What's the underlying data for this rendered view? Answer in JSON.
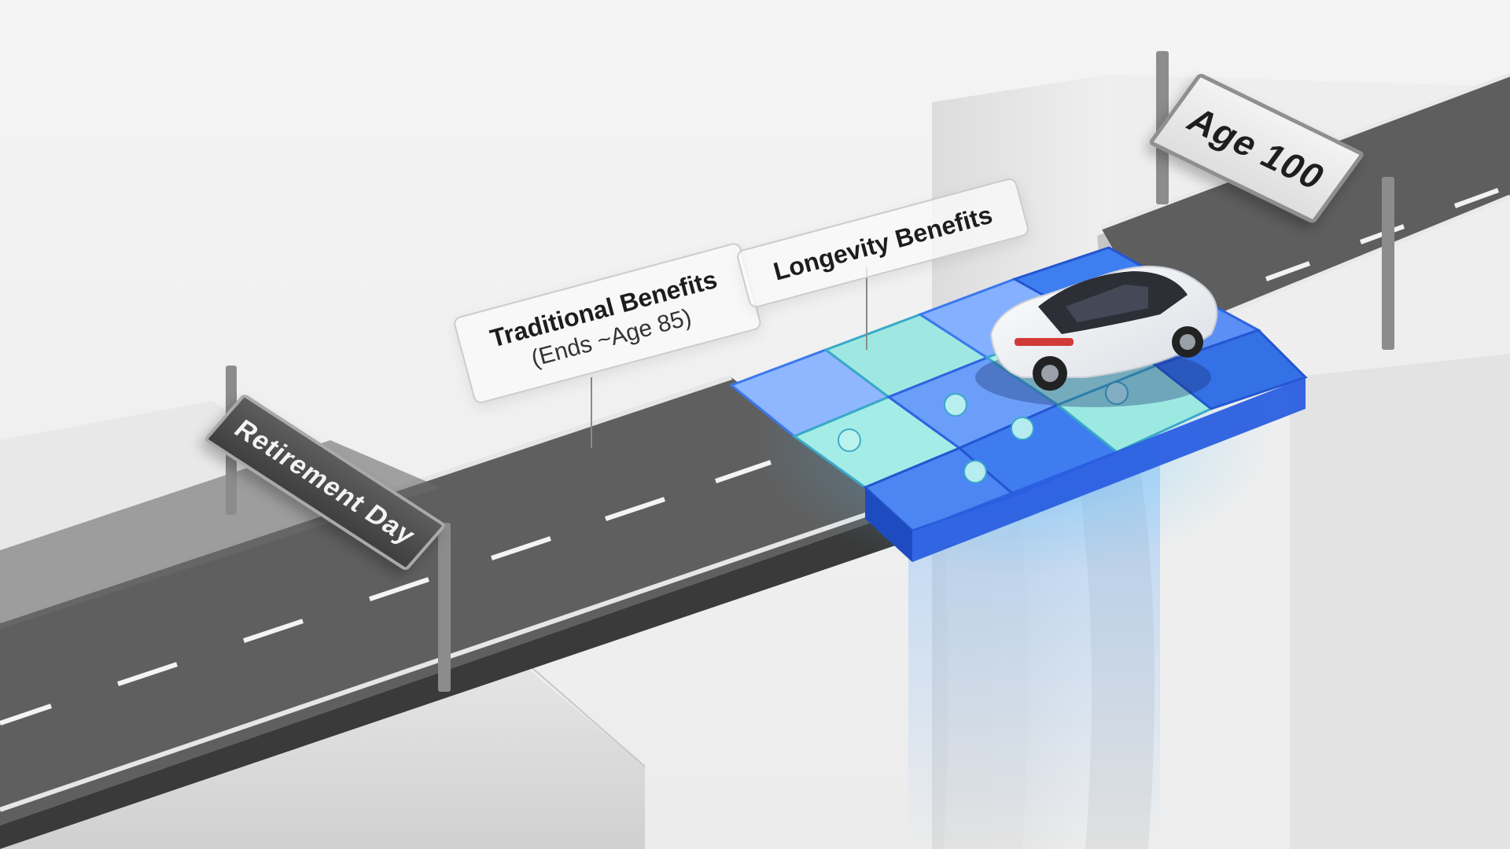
{
  "scene": {
    "signs": {
      "retirement": "Retirement Day",
      "age": "Age 100"
    },
    "callouts": {
      "traditional_title": "Traditional Benefits",
      "traditional_note": "(Ends ~Age 85)",
      "longevity_title": "Longevity Benefits"
    },
    "colors": {
      "road": "#5e5e5e",
      "puzzle_blue": "#2f6fe0",
      "puzzle_teal": "#62e0d6",
      "cliff": "#d7d7d7",
      "background": "#f1f1f1"
    },
    "icons": {
      "car": "car-icon",
      "puzzle": "puzzle-piece-icon"
    }
  }
}
